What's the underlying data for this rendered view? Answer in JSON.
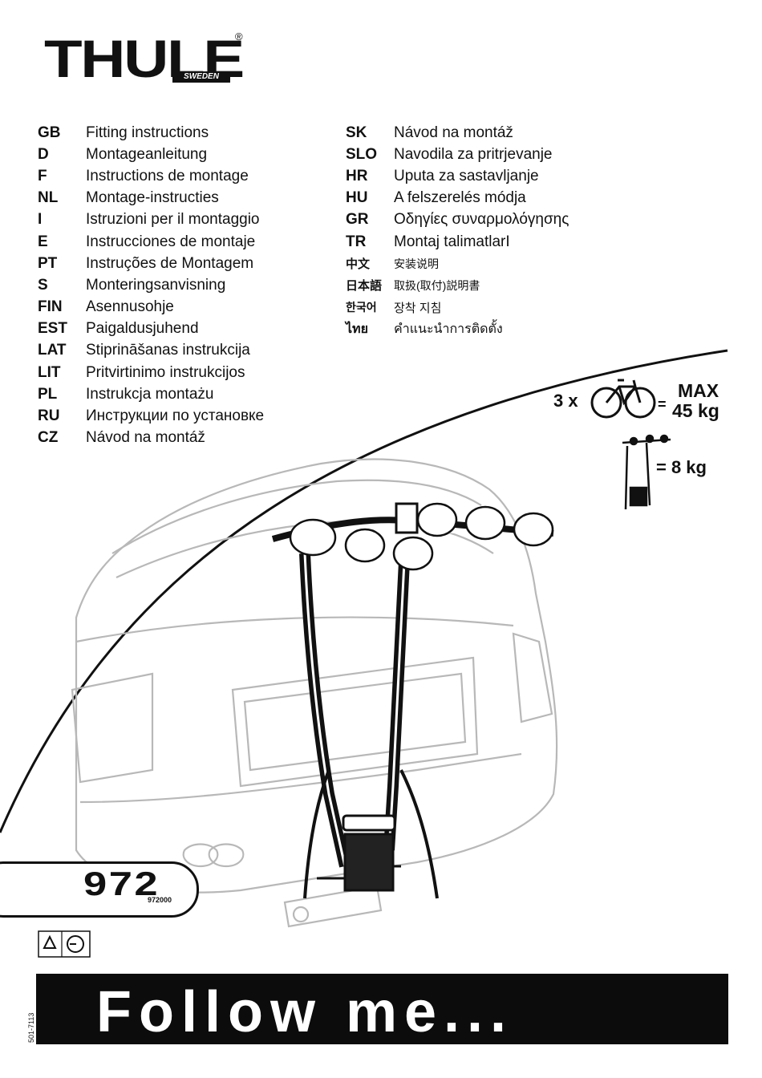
{
  "brand": {
    "name": "THULE",
    "sub": "SWEDEN",
    "reg": "®"
  },
  "languages_left": [
    {
      "code": "GB",
      "text": "Fitting instructions"
    },
    {
      "code": "D",
      "text": "Montageanleitung"
    },
    {
      "code": "F",
      "text": "Instructions de montage"
    },
    {
      "code": "NL",
      "text": "Montage-instructies"
    },
    {
      "code": "I",
      "text": "Istruzioni per il montaggio"
    },
    {
      "code": "E",
      "text": "Instrucciones de montaje"
    },
    {
      "code": "PT",
      "text": "Instruções de Montagem"
    },
    {
      "code": "S",
      "text": "Monteringsanvisning"
    },
    {
      "code": "FIN",
      "text": "Asennusohje"
    },
    {
      "code": "EST",
      "text": "Paigaldusjuhend"
    },
    {
      "code": "LAT",
      "text": "Stiprināšanas instrukcija"
    },
    {
      "code": "LIT",
      "text": "Pritvirtinimo instrukcijos"
    },
    {
      "code": "PL",
      "text": "Instrukcja montażu"
    },
    {
      "code": "RU",
      "text": "Инструкции по установке"
    },
    {
      "code": "CZ",
      "text": "Návod na montáž"
    }
  ],
  "languages_right": [
    {
      "code": "SK",
      "text": "Návod na montáž"
    },
    {
      "code": "SLO",
      "text": "Navodila za pritrjevanje"
    },
    {
      "code": "HR",
      "text": "Uputa za sastavljanje"
    },
    {
      "code": "HU",
      "text": "A felszerelés módja"
    },
    {
      "code": "GR",
      "text": "Οδηγίες συναρμολόγησης"
    },
    {
      "code": "TR",
      "text": "Montaj talimatlarI"
    },
    {
      "code": "中文",
      "text": "安装说明"
    },
    {
      "code": "日本語",
      "text": "取扱(取付)説明書"
    },
    {
      "code": "한국어",
      "text": "장착 지침"
    },
    {
      "code": "ไทย",
      "text": "คำแนะนำการติดตั้ง"
    }
  ],
  "capacity": {
    "bike_count": "3 x",
    "equals": "=",
    "max_label": "MAX",
    "max_weight": "45 kg",
    "rack_weight": "= 8 kg"
  },
  "model": {
    "number": "972",
    "article": "972000"
  },
  "banner": {
    "text": "Follow me..."
  },
  "doc_code": "501-7113",
  "icons": [
    "bike-icon",
    "rack-icon",
    "certification-icon"
  ]
}
